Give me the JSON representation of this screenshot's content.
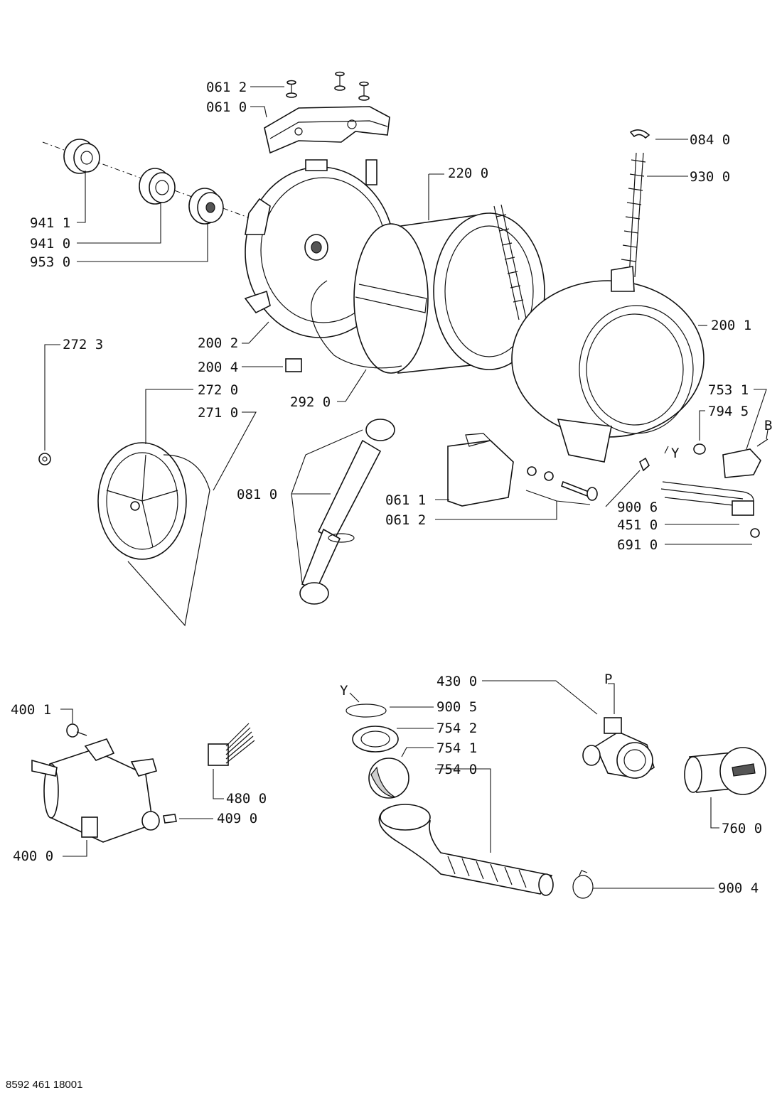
{
  "labels": {
    "p0612_top": "061 2",
    "p0610": "061 0",
    "p9411": "941 1",
    "p9410": "941 0",
    "p9530": "953 0",
    "p2200": "220 0",
    "p0840": "084 0",
    "p9300": "930 0",
    "p2001": "200 1",
    "p2002": "200 2",
    "p2723": "272 3",
    "p2004": "200 4",
    "p2720": "272 0",
    "p2710": "271 0",
    "p2920": "292 0",
    "p7531": "753 1",
    "p7945": "794 5",
    "pB": "B",
    "pY_top": "Y",
    "p0810": "081 0",
    "p0611": "061 1",
    "p0612_mid": "061 2",
    "p9006": "900 6",
    "p4510": "451 0",
    "p6910": "691 0",
    "p4300": "430 0",
    "pP": "P",
    "pY_bot": "Y",
    "p9005": "900 5",
    "p7542": "754 2",
    "p7541": "754 1",
    "p7540": "754 0",
    "p4001": "400 1",
    "p4800": "480 0",
    "p4090": "409 0",
    "p4000": "400 0",
    "p7600": "760 0",
    "p9004": "900 4"
  },
  "document_id": "8592 461 18001"
}
